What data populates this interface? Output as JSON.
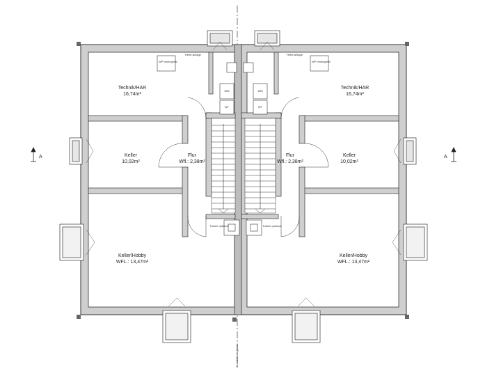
{
  "left_unit": {
    "technik": {
      "name": "Technik/HAR",
      "area": "16,74m²"
    },
    "keller": {
      "name": "Keller",
      "area": "10,02m²"
    },
    "flur": {
      "name": "Flur",
      "area": "Wfl.: 2,38m²"
    },
    "hobby": {
      "name": "Keller/Hobby",
      "area": "WFL.: 13,47m²"
    },
    "wp_innen": "WP Innengerät",
    "hebeanlage": "Hebe-anlage",
    "wm": "WM",
    "wt": "WT",
    "kamin": "Kamin optional"
  },
  "right_unit": {
    "technik": {
      "name": "Technik/HAR",
      "area": "16,74m²"
    },
    "keller": {
      "name": "Keller",
      "area": "10,02m²"
    },
    "flur": {
      "name": "Flur",
      "area": "Wfl.: 2,38m²"
    },
    "hobby": {
      "name": "Keller/Hobby",
      "area": "WFL.: 13,47m²"
    },
    "wp_innen": "WP Innengerät",
    "hebeanlage": "Hebe-anlage",
    "wm": "WM",
    "wt": "WT",
    "kamin": "Kamin optional"
  },
  "section_marks": {
    "left": "A",
    "right": "A"
  },
  "party_wall_note": "Grundstücksgrenze"
}
